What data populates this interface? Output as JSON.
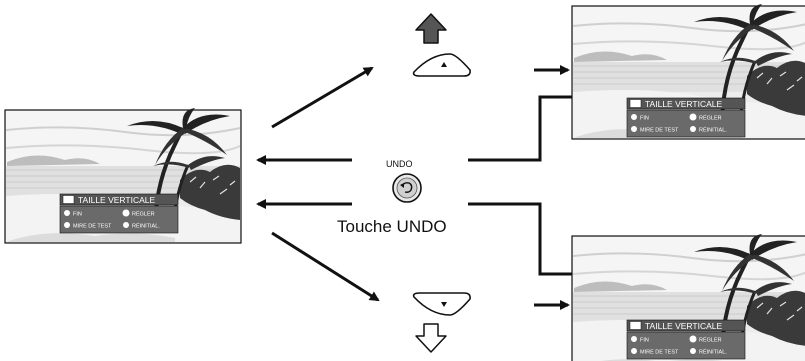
{
  "undo_button": {
    "label": "UNDO",
    "caption": "Touche UNDO"
  },
  "osd": {
    "title": "TAILLE VERTICALE",
    "items": [
      "FIN",
      "RÉGLER",
      "MIRE DE TEST",
      "RÉINITIAL."
    ]
  },
  "icons": {
    "up": "arrow-up-icon",
    "down": "arrow-down-icon",
    "undo": "undo-icon"
  },
  "colors": {
    "ink": "#111111",
    "screen_bg": "#e9e9e9",
    "osd_bar": "#555555"
  }
}
